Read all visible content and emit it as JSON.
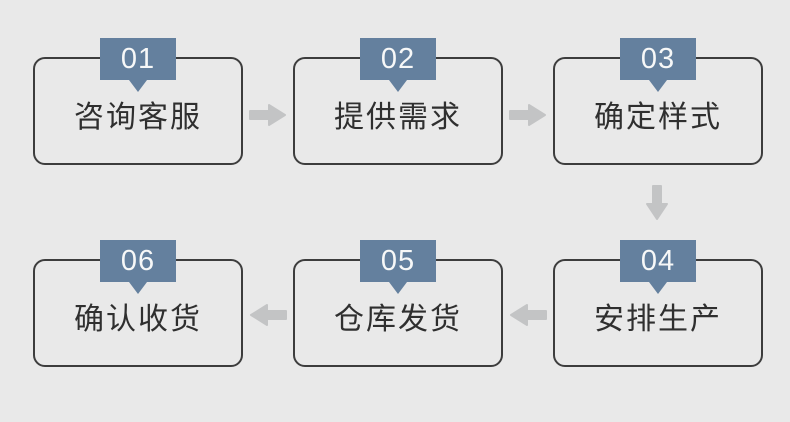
{
  "colors": {
    "background": "#e9e9e9",
    "badge": "#64809e",
    "badge_text": "#f7f8f8",
    "box_border": "#3d3d3d",
    "box_text": "#2f2f2f",
    "arrow": "#c3c4c5"
  },
  "steps": [
    {
      "number": "01",
      "label": "咨询客服"
    },
    {
      "number": "02",
      "label": "提供需求"
    },
    {
      "number": "03",
      "label": "确定样式"
    },
    {
      "number": "04",
      "label": "安排生产"
    },
    {
      "number": "05",
      "label": "仓库发货"
    },
    {
      "number": "06",
      "label": "确认收货"
    }
  ],
  "arrows": [
    {
      "icon": "arrow-right-icon"
    },
    {
      "icon": "arrow-right-icon"
    },
    {
      "icon": "arrow-down-icon"
    },
    {
      "icon": "arrow-left-icon"
    },
    {
      "icon": "arrow-left-icon"
    }
  ]
}
